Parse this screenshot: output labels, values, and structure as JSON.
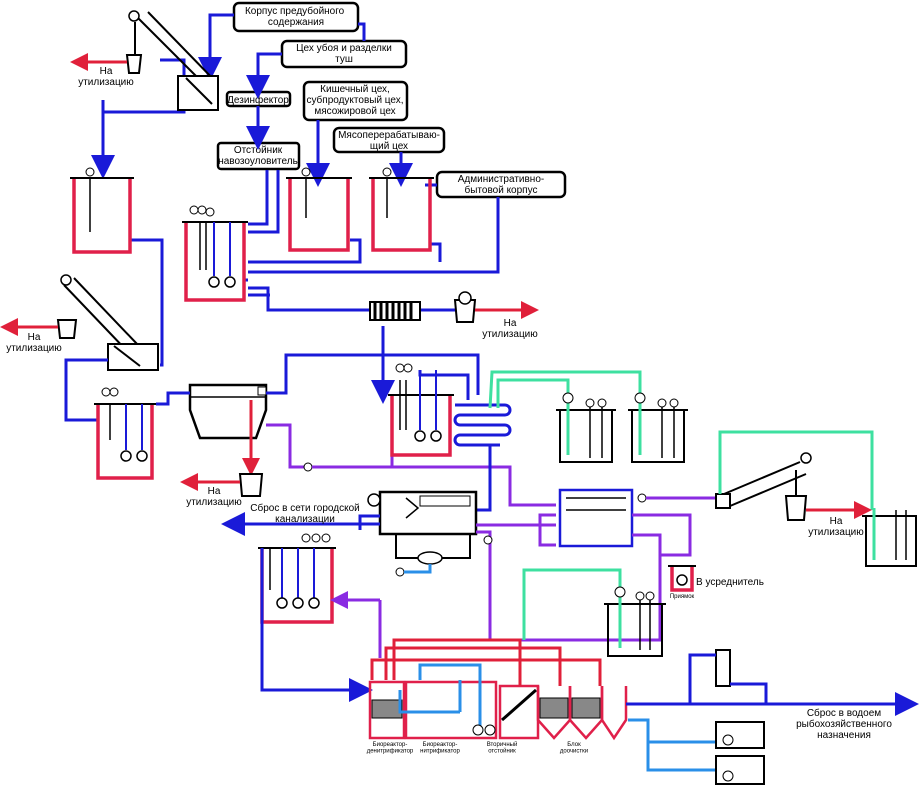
{
  "labels": {
    "korpus_predub": "Корпус предубойного\nсодержания",
    "tseh_uboya": "Цех убоя и разделки\nтуш",
    "dezinfektor": "Дезинфектор",
    "otstoinik": "Отстойник\nнавозоуловитель",
    "kishechny": "Кишечный цех,\nсубпродуктовый цех,\nмясожировой цех",
    "myasopererab": "Мясоперерабатываю-\nщий цех",
    "admin": "Административно-\nбытовой корпус",
    "na_util_1": "На\nутилизацию",
    "na_util_2": "На\nутилизацию",
    "na_util_3": "На\nутилизацию",
    "na_util_4": "На\nутилизацию",
    "na_util_5": "На\nутилизацию",
    "sbros_gorod": "Сброс в сети городской\nканализации",
    "v_usrednitel": "В усреднитель",
    "priyamok": "Приямок",
    "sbros_vodoem": "Сброс в водоем\nрыбохозяйственного\nназначения",
    "bioreaktor_denit": "Биореактор-\nденитрификатор",
    "bioreaktor_nitr": "Биореактор-\nнитрификатор",
    "vtorichny": "Вторичный\nотстойник",
    "blok_doochist": "Блок\nдоочистки"
  },
  "colors": {
    "main_flow": "#1a1ad8",
    "reagent": "#8a2be2",
    "air": "#3ee0a0",
    "waste": "#e0203a",
    "recycle": "#2a8fe8",
    "tank": "#e0204a"
  }
}
